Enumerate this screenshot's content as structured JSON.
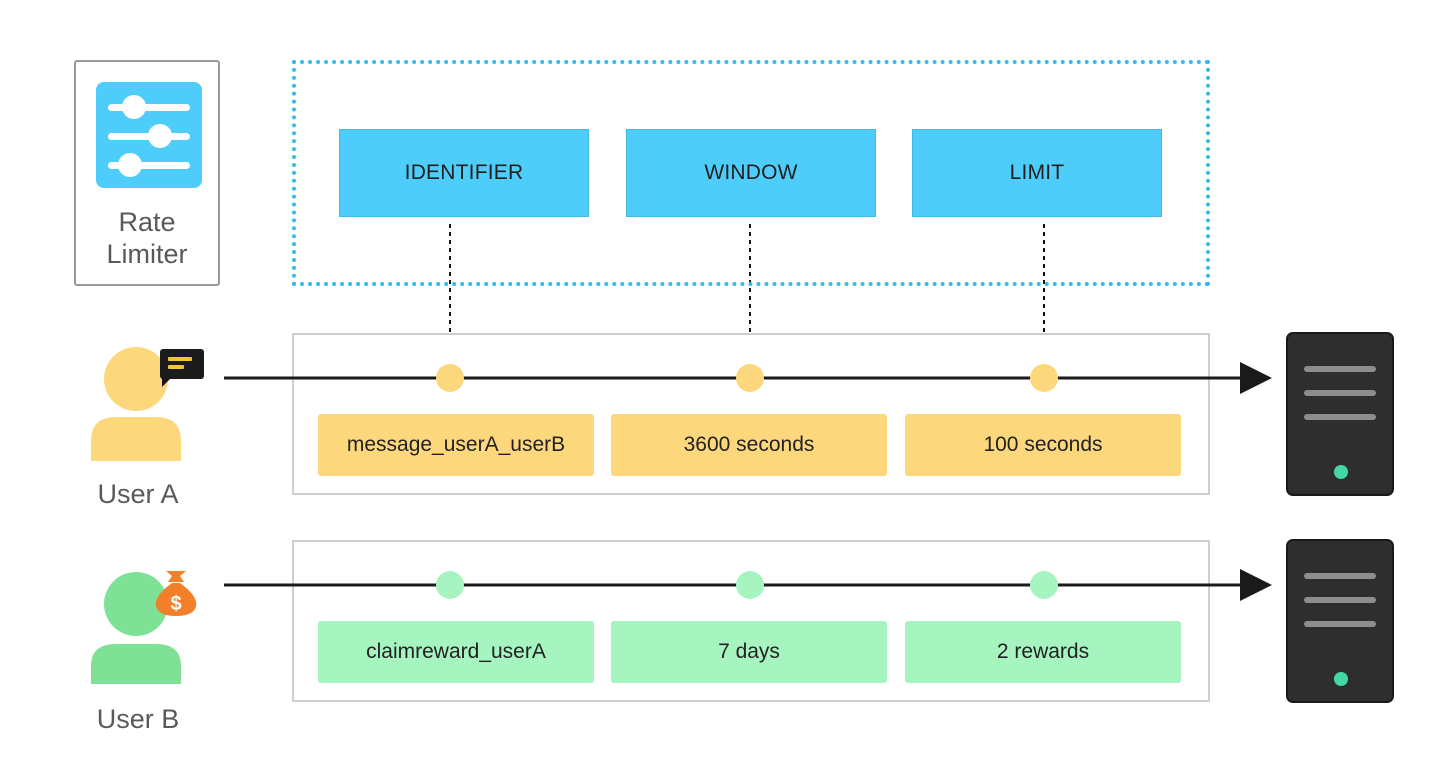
{
  "rate_limiter": {
    "label_line1": "Rate",
    "label_line2": "Limiter",
    "icon": "sliders-icon"
  },
  "parameters": [
    {
      "label": "IDENTIFIER"
    },
    {
      "label": "WINDOW"
    },
    {
      "label": "LIMIT"
    }
  ],
  "users": [
    {
      "name": "User A",
      "badge_icon": "chat-message-icon",
      "values": [
        "message_userA_userB",
        "3600 seconds",
        "100 seconds"
      ]
    },
    {
      "name": "User B",
      "badge_icon": "money-bag-icon",
      "badge_symbol": "$",
      "values": [
        "claimreward_userA",
        "7 days",
        "2 rewards"
      ]
    }
  ],
  "server_icon": "server-icon",
  "colors": {
    "param_blue": "#4fcdfa",
    "dotted_border": "#36b9ec",
    "user_a": "#fdd77b",
    "user_b": "#a6f5c1",
    "user_b_node": "#a6f5c1",
    "badge_orange": "#f47f2a",
    "server": "#2e2e2e",
    "server_led": "#43d8a6"
  }
}
